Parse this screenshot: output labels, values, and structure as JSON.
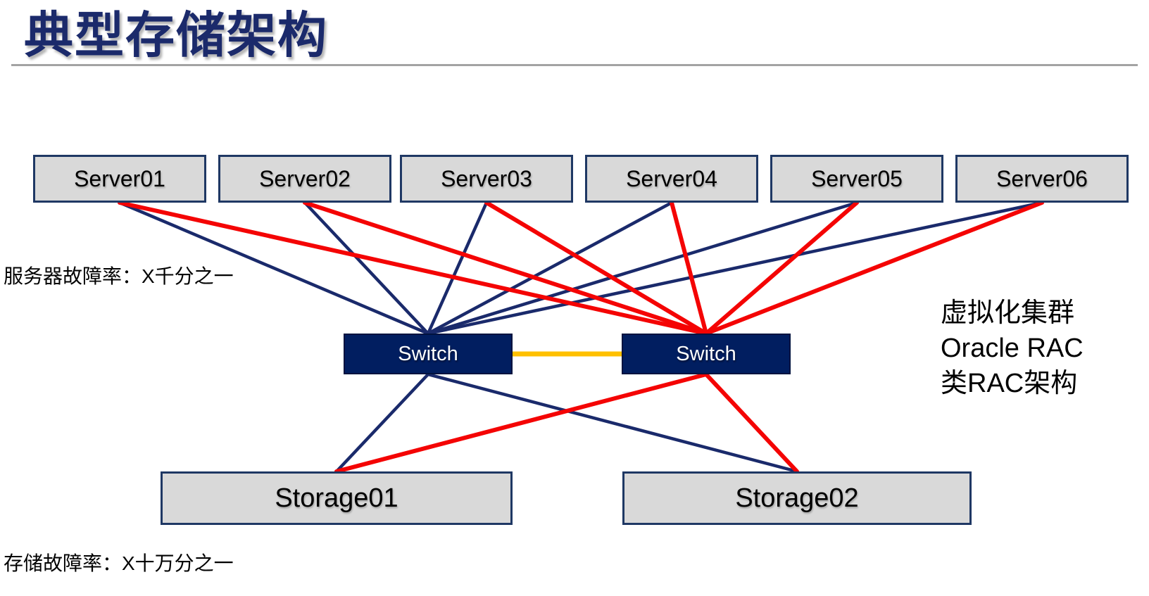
{
  "title": "典型存储架构",
  "nodes": {
    "servers": [
      {
        "id": "server1",
        "label": "Server01"
      },
      {
        "id": "server2",
        "label": "Server02"
      },
      {
        "id": "server3",
        "label": "Server03"
      },
      {
        "id": "server4",
        "label": "Server04"
      },
      {
        "id": "server5",
        "label": "Server05"
      },
      {
        "id": "server6",
        "label": "Server06"
      }
    ],
    "switches": [
      {
        "id": "switch1",
        "label": "Switch"
      },
      {
        "id": "switch2",
        "label": "Switch"
      }
    ],
    "storages": [
      {
        "id": "storage1",
        "label": "Storage01"
      },
      {
        "id": "storage2",
        "label": "Storage02"
      }
    ]
  },
  "annotations": {
    "server_failure_rate": "服务器故障率：X千分之一",
    "storage_failure_rate": "存储故障率：X十万分之一",
    "right_note_lines": [
      "虚拟化集群",
      "Oracle RAC",
      "类RAC架构"
    ]
  },
  "colors": {
    "navy": "#1A2A6B",
    "red": "#F40404",
    "yellow": "#FFC000",
    "switch_fill": "#011E60",
    "box_fill": "#D9D9D9",
    "box_border": "#1F3864",
    "title": "#1B2A6B"
  },
  "links": [
    {
      "from": "server1",
      "to": "switch1",
      "color": "navy"
    },
    {
      "from": "server2",
      "to": "switch1",
      "color": "navy"
    },
    {
      "from": "server3",
      "to": "switch1",
      "color": "navy"
    },
    {
      "from": "server4",
      "to": "switch1",
      "color": "navy"
    },
    {
      "from": "server5",
      "to": "switch1",
      "color": "navy"
    },
    {
      "from": "server6",
      "to": "switch1",
      "color": "navy"
    },
    {
      "from": "switch1",
      "to": "storage1",
      "color": "navy"
    },
    {
      "from": "switch1",
      "to": "storage2",
      "color": "navy"
    },
    {
      "from": "server1",
      "to": "switch2",
      "color": "red"
    },
    {
      "from": "server2",
      "to": "switch2",
      "color": "red"
    },
    {
      "from": "server3",
      "to": "switch2",
      "color": "red"
    },
    {
      "from": "server4",
      "to": "switch2",
      "color": "red"
    },
    {
      "from": "server5",
      "to": "switch2",
      "color": "red"
    },
    {
      "from": "server6",
      "to": "switch2",
      "color": "red"
    },
    {
      "from": "switch2",
      "to": "storage1",
      "color": "red"
    },
    {
      "from": "switch2",
      "to": "storage2",
      "color": "red"
    },
    {
      "from": "switch1",
      "to": "switch2",
      "color": "yellow"
    }
  ]
}
